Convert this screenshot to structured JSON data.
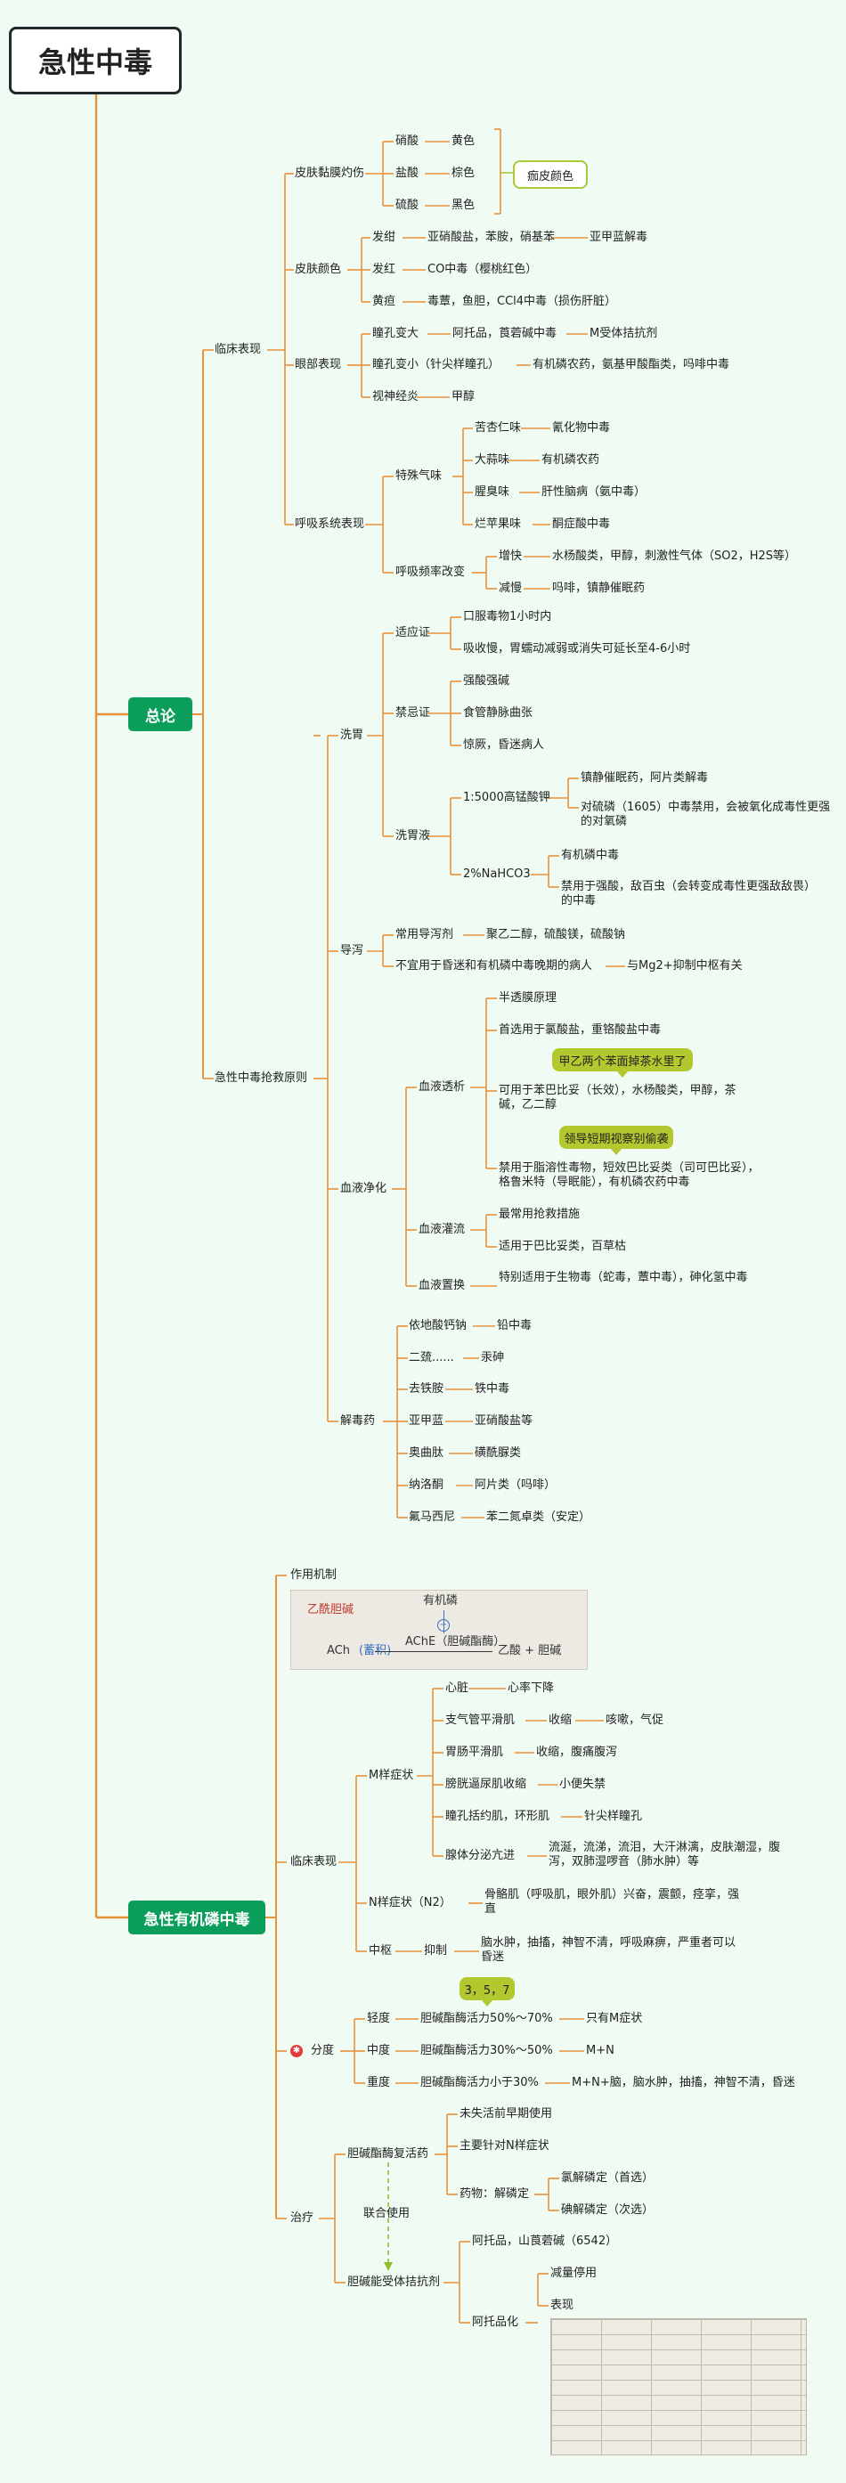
{
  "title": "急性中毒",
  "sections": {
    "general": "总论",
    "op": "急性有机磷中毒"
  },
  "g": {
    "clinical": "临床表现",
    "skin_burn": "皮肤黏膜灼伤",
    "nitric": "硝酸",
    "hydrochloric": "盐酸",
    "sulfuric": "硫酸",
    "yellow": "黄色",
    "brown": "棕色",
    "black": "黑色",
    "scab": "痂皮颜色",
    "skin_color": "皮肤颜色",
    "cyanosis": "发绀",
    "cyanosis_cause": "亚硝酸盐，苯胺，硝基苯",
    "methylene": "亚甲蓝解毒",
    "redness": "发红",
    "co": "CO中毒（樱桃红色）",
    "jaundice": "黄疸",
    "jaundice_cause": "毒蕈，鱼胆，CCl4中毒（损伤肝脏）",
    "eye": "眼部表现",
    "mydriasis": "瞳孔变大",
    "atropine_drugs": "阿托品，莨菪碱中毒",
    "m_blocker": "M受体拮抗剂",
    "miosis": "瞳孔变小（针尖样瞳孔）",
    "miosis_cause": "有机磷农药，氨基甲酸酯类，吗啡中毒",
    "optic": "视神经炎",
    "methanol": "甲醇",
    "resp": "呼吸系统表现",
    "odor": "特殊气味",
    "almond": "苦杏仁味",
    "cyanide": "氰化物中毒",
    "garlic": "大蒜味",
    "op_pest": "有机磷农药",
    "rotten": "腥臭味",
    "rotten_cause": "肝性脑病（氨中毒）",
    "apple": "烂苹果味",
    "ketoacid": "酮症酸中毒",
    "rate": "呼吸频率改变",
    "fast": "增快",
    "fast_cause": "水杨酸类，甲醇，刺激性气体（SO2，H2S等）",
    "slow": "减慢",
    "slow_cause": "吗啡，镇静催眠药",
    "rescue": "急性中毒抢救原则",
    "lavage": "洗胃",
    "indication": "适应证",
    "ind1": "口服毒物1小时内",
    "ind2": "吸收慢，胃蠕动减弱或消失可延长至4-6小时",
    "contra": "禁忌证",
    "con1": "强酸强碱",
    "con2": "食管静脉曲张",
    "con3": "惊厥，昏迷病人",
    "liquid": "洗胃液",
    "kmno4": "1:5000高锰酸钾",
    "kmno4_a": "镇静催眠药，阿片类解毒",
    "kmno4_b": "对硫磷（1605）中毒禁用，会被氧化成毒性更强的对氧磷",
    "nahco3": "2%NaHCO3",
    "nahco3_a": "有机磷中毒",
    "nahco3_b": "禁用于强酸，敌百虫（会转变成毒性更强敌敌畏）的中毒",
    "purge": "导泻",
    "purge_drug": "常用导泻剂",
    "purge_drug_v": "聚乙二醇，硫酸镁，硫酸钠",
    "purge_no": "不宜用于昏迷和有机磷中毒晚期的病人",
    "purge_no_v": "与Mg2+抑制中枢有关",
    "blood": "血液净化",
    "dialysis": "血液透析",
    "dia1": "半透膜原理",
    "dia2": "首选用于氯酸盐，重铬酸盐中毒",
    "callout1": "甲乙两个苯面掉茶水里了",
    "dia3": "可用于苯巴比妥（长效），水杨酸类，甲醇，茶碱，乙二醇",
    "callout2": "领导短期视察别偷袭",
    "dia4": "禁用于脂溶性毒物，短效巴比妥类（司可巴比妥），格鲁米特（导眠能），有机磷农药中毒",
    "perfusion": "血液灌流",
    "per1": "最常用抢救措施",
    "per2": "适用于巴比妥类，百草枯",
    "exchange": "血液置换",
    "exchange_v": "特别适用于生物毒（蛇毒，蕈中毒），砷化氢中毒",
    "antidote": "解毒药",
    "edta": "依地酸钙钠",
    "lead": "铅中毒",
    "dimer": "二巯......",
    "mercury": "汞砷",
    "defer": "去铁胺",
    "iron": "铁中毒",
    "mb": "亚甲蓝",
    "nitrite": "亚硝酸盐等",
    "thio": "奥曲肽",
    "sulfonyl": "磺酰脲类",
    "naloxone": "纳洛酮",
    "opioid": "阿片类（吗啡）",
    "flumaz": "氟马西尼",
    "benzo": "苯二氮卓类（安定）"
  },
  "o": {
    "mechanism": "作用机制",
    "clinical": "临床表现",
    "m_sym": "M样症状",
    "heart": "心脏",
    "heart_v": "心率下降",
    "bronch": "支气管平滑肌",
    "contract": "收缩",
    "cough": "咳嗽，气促",
    "gi": "胃肠平滑肌",
    "gi_v": "收缩，腹痛腹泻",
    "bladder": "膀胱逼尿肌收缩",
    "incont": "小便失禁",
    "pupil": "瞳孔括约肌，环形肌",
    "pin": "针尖样瞳孔",
    "gland": "腺体分泌亢进",
    "gland_v": "流涎，流涕，流泪，大汗淋漓，皮肤潮湿，腹泻，双肺湿啰音（肺水肿）等",
    "n_sym": "N样症状（N2）",
    "n_v": "骨骼肌（呼吸肌，眼外肌）兴奋，震颤，痉挛，强直",
    "cns": "中枢",
    "inhibit": "抑制",
    "cns_v": "脑水肿，抽搐，神智不清，呼吸麻痹，严重者可以昏迷",
    "callout_grade": "3，5，7",
    "grade": "分度",
    "mild": "轻度",
    "mild_v": "胆碱酯酶活力50%～70%",
    "mild_s": "只有M症状",
    "mid": "中度",
    "mid_v": "胆碱酯酶活力30%～50%",
    "mid_s": "M+N",
    "sev": "重度",
    "sev_v": "胆碱酯酶活力小于30%",
    "sev_s": "M+N+脑，脑水肿，抽搐，神智不清，昏迷",
    "treat": "治疗",
    "reactivator": "胆碱酯酶复活药",
    "r1": "未失活前早期使用",
    "r2": "主要针对N样症状",
    "r3": "药物：解磷定",
    "r3a": "氯解磷定（首选）",
    "r3b": "碘解磷定（次选）",
    "combo": "联合使用",
    "antag": "胆碱能受体拮抗剂",
    "a1": "阿托品，山莨菪碱（6542）",
    "atropinize": "阿托品化",
    "a2": "减量停用",
    "a3": "表现"
  },
  "hand": {
    "left": "乙酰胆碱",
    "top": "有机磷",
    "mid_a": "ACh",
    "mid_b": "(蓄积)",
    "enzyme": "AChE（胆碱酯酶）",
    "result": "乙酸 + 胆碱"
  },
  "colors": {
    "wire": "#e8923a",
    "wire_green": "#a9c93a",
    "dash": "#8fbf2a",
    "pill": "#0b9e5a"
  }
}
